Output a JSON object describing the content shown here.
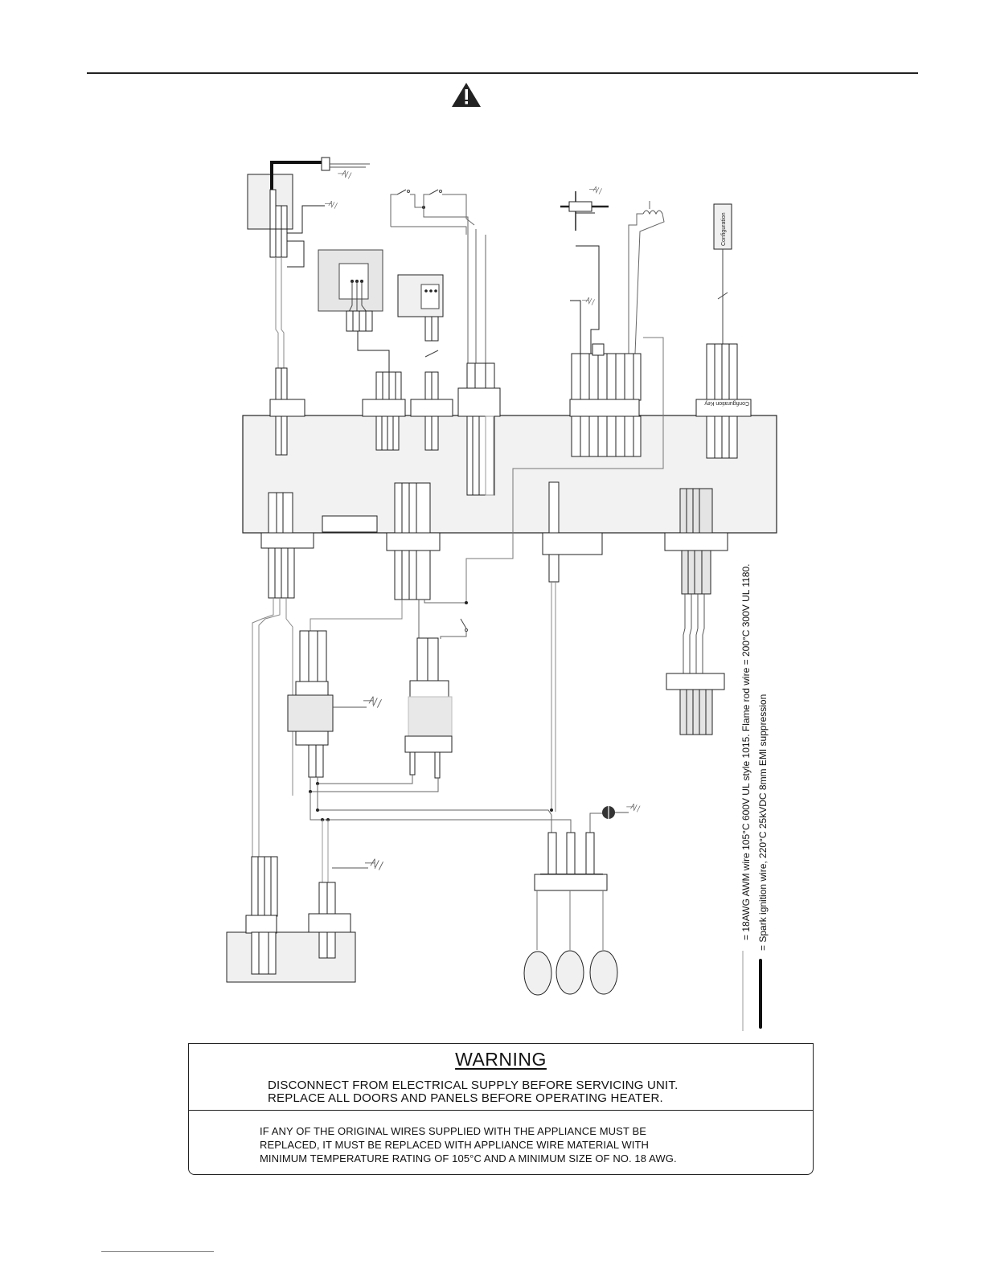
{
  "diagram": {
    "config_label": "Configuration",
    "config_key_label": "Configuration Key"
  },
  "legend": {
    "awm_wire": "= 18AWG AWM wire 105°C 600V UL style 1015.  Flame rod wire = 200°C 300V UL 1180.",
    "spark_wire": "= Spark ignition wire, 220°C 25kVDC 8mm EMI suppression"
  },
  "warning": {
    "title": "WARNING",
    "line1": "DISCONNECT FROM ELECTRICAL SUPPLY BEFORE SERVICING UNIT.",
    "line2": "REPLACE ALL DOORS AND PANELS BEFORE OPERATING HEATER.",
    "note1": "IF ANY OF THE ORIGINAL WIRES SUPPLIED WITH THE APPLIANCE MUST BE",
    "note2": "REPLACED, IT MUST BE REPLACED WITH APPLIANCE WIRE MATERIAL WITH",
    "note3": "MINIMUM TEMPERATURE RATING OF 105°C AND A MINIMUM SIZE OF NO. 18 AWG."
  },
  "colors": {
    "component_fill": "#f0f0f0",
    "stroke": "#222222",
    "wire": "#777777"
  }
}
